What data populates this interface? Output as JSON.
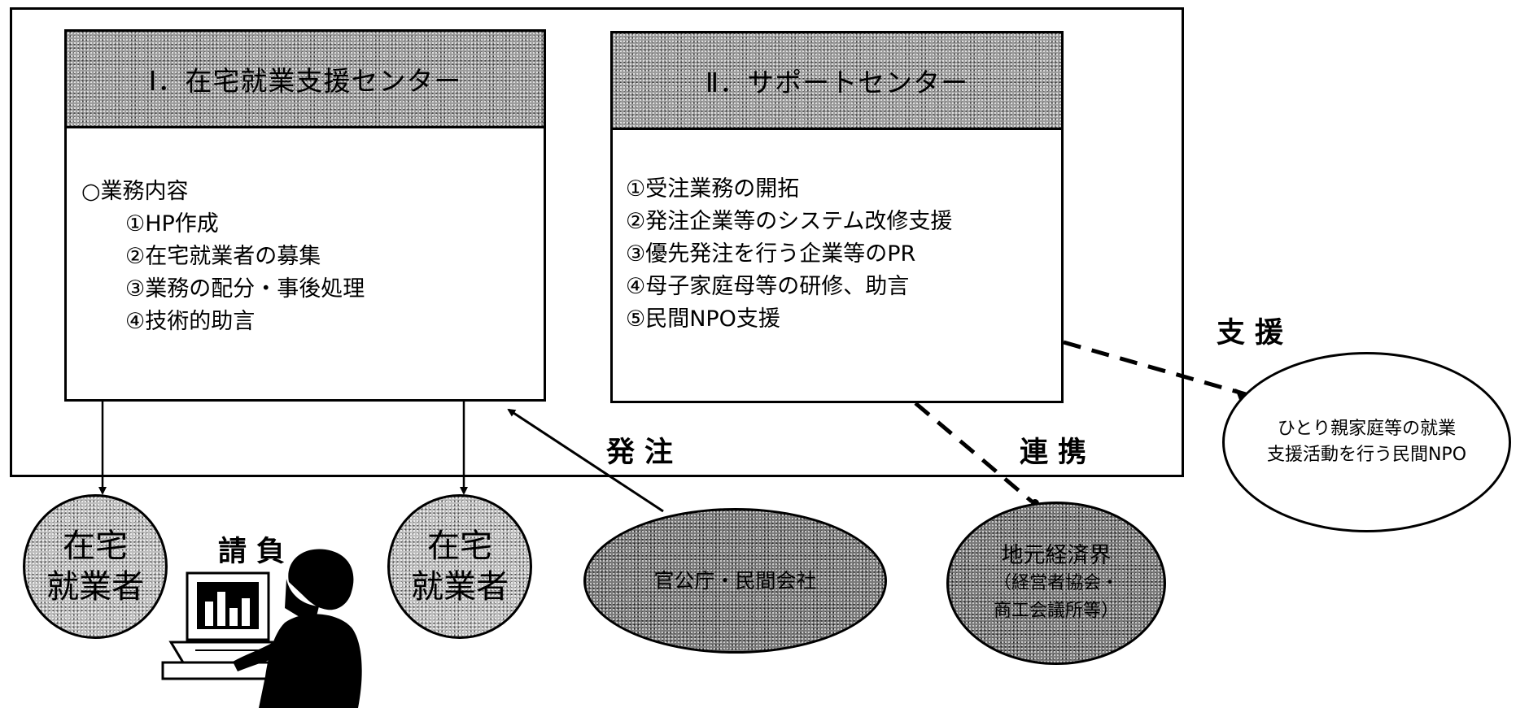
{
  "center1": {
    "title": "Ⅰ．在宅就業支援センター",
    "heading": "○業務内容",
    "items": [
      "①HP作成",
      "②在宅就業者の募集",
      "③業務の配分・事後処理",
      "④技術的助言"
    ]
  },
  "center2": {
    "title": "Ⅱ．サポートセンター",
    "items": [
      "①受注業務の開拓",
      "②発注企業等のシステム改修支援",
      "③優先発注を行う企業等のPR",
      "④母子家庭母等の研修、助言",
      "⑤民間NPO支援"
    ]
  },
  "labels": {
    "order": "発注",
    "contract": "請負",
    "cooperation": "連携",
    "support": "支援"
  },
  "workers": {
    "left": [
      "在宅",
      "就業者"
    ],
    "right": [
      "在宅",
      "就業者"
    ]
  },
  "agencies": "官公庁・民間会社",
  "local_economy": {
    "title": "地元経済界",
    "detail": [
      "（経営者協会・",
      "商工会議所等）"
    ]
  },
  "npo": [
    "ひとり親家庭等の就業",
    "支援活動を行う民間NPO"
  ]
}
